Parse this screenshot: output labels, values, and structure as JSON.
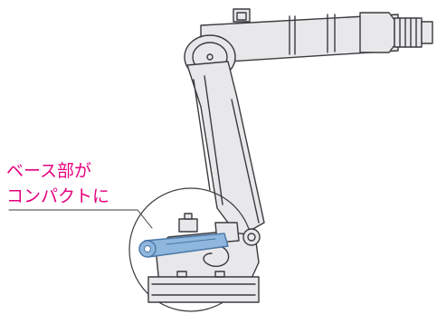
{
  "callout": {
    "line1": "ベース部が",
    "line2": "コンパクトに"
  },
  "colors": {
    "callout_text": "#e5007f",
    "robot_fill": "#e8e8ea",
    "robot_stroke": "#3b3b3f",
    "highlight_part": "#8fb6dc",
    "highlight_stroke": "#4a78a8",
    "leader_line": "#3b3b3f"
  },
  "icons": {
    "robot": "industrial-robot-arm-icon",
    "focus_circle": "magnify-circle"
  }
}
